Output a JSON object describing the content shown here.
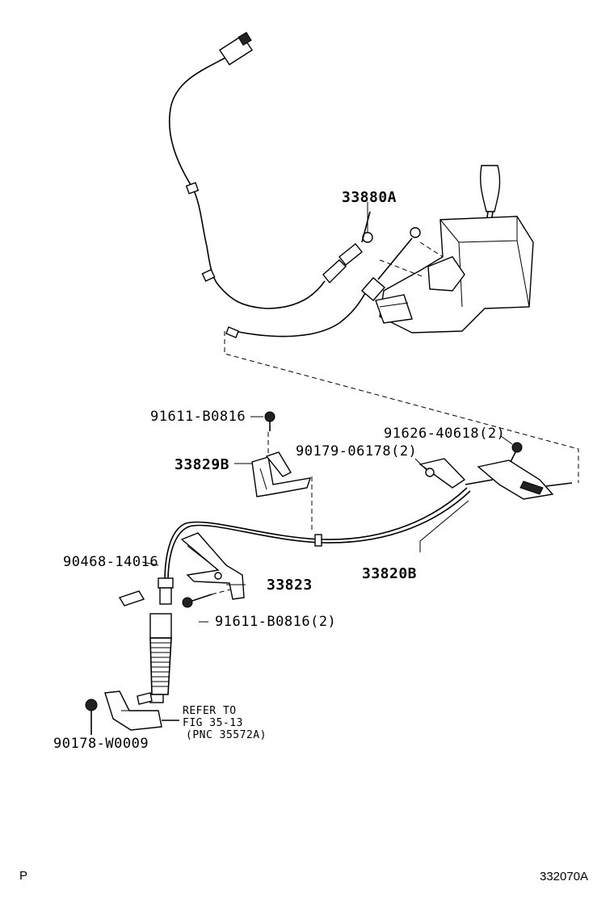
{
  "labels": {
    "p_33880A": "33880A",
    "p_91611_B0816": "91611-B0816",
    "p_33829B": "33829B",
    "p_91626_40618": "91626-40618(2)",
    "p_90179_06178": "90179-06178(2)",
    "p_90468_14016": "90468-14016",
    "p_33823": "33823",
    "p_33820B": "33820B",
    "p_91611_B0816_2": "91611-B0816(2)",
    "p_90178_W0009": "90178-W0009",
    "refer_line1": "REFER TO",
    "refer_line2": "FIG 35-13",
    "refer_line3": "(PNC 35572A)"
  },
  "footer": {
    "left_mark": "P",
    "figure_code": "332070A"
  }
}
